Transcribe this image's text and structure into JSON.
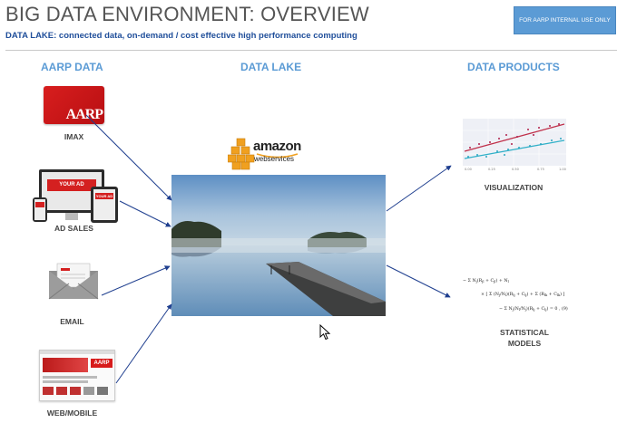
{
  "header": {
    "title": "BIG DATA ENVIRONMENT: OVERVIEW",
    "subtitle": "DATA LAKE: connected data, on-demand / cost effective high performance computing",
    "badge": "FOR AARP INTERNAL USE ONLY"
  },
  "columns": {
    "left": "AARP DATA",
    "middle": "DATA LAKE",
    "right": "DATA PRODUCTS"
  },
  "sources": [
    {
      "label": "IMAX",
      "icon": "membership-card-icon"
    },
    {
      "label": "AD SALES",
      "icon": "devices-icon"
    },
    {
      "label": "EMAIL",
      "icon": "envelope-icon"
    },
    {
      "label": "WEB/MOBILE",
      "icon": "website-icon"
    }
  ],
  "source_images": {
    "card_logo": "AARP",
    "ad_text": "YOUR AD",
    "web_logo": "AARP"
  },
  "aws": {
    "word": "amazon",
    "sub": "webservices"
  },
  "products": [
    {
      "label": "VISUALIZATION",
      "icon": "scatter-plot-icon"
    },
    {
      "label": "STATISTICAL",
      "icon": "equations-icon"
    },
    {
      "label": "MODELS",
      "icon": "equations-icon"
    }
  ],
  "colors": {
    "accent": "#5b9bd5",
    "subtitle": "#1f4e9a",
    "arrow": "#1f3f8f",
    "brand_red": "#d42020"
  }
}
